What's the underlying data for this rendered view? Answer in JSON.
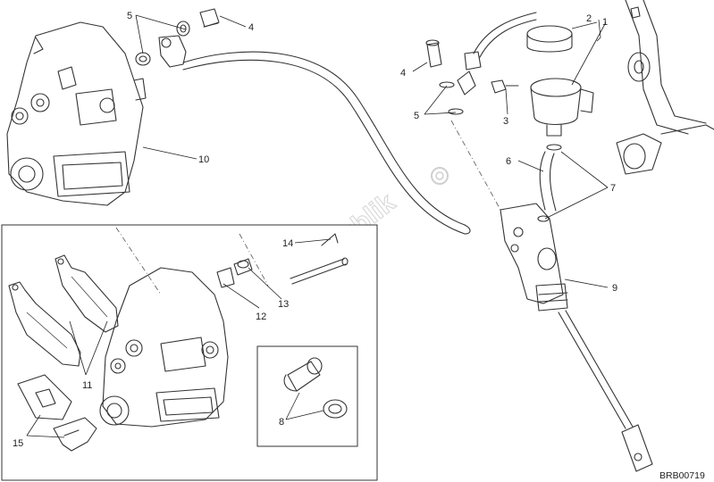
{
  "callouts": [
    "1",
    "2",
    "3",
    "4",
    "4",
    "5",
    "5",
    "6",
    "7",
    "8",
    "9",
    "10",
    "11",
    "12",
    "13",
    "14",
    "15"
  ],
  "watermark": "PartsRepublik",
  "drawing_code": "BRB00719"
}
